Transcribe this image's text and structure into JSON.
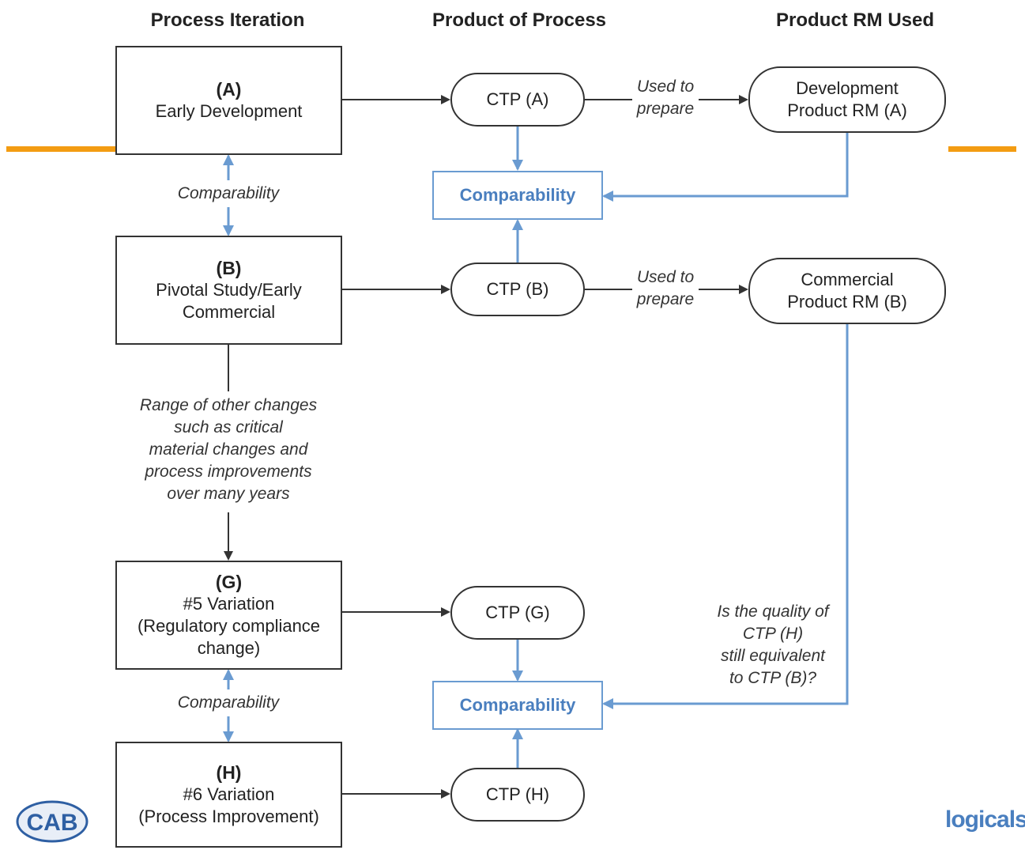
{
  "headers": {
    "process_iteration": "Process Iteration",
    "product_of_process": "Product of Process",
    "product_rm_used": "Product RM Used"
  },
  "process_boxes": {
    "a": {
      "letter": "(A)",
      "line1": "Early Development",
      "line2": ""
    },
    "b": {
      "letter": "(B)",
      "line1": "Pivotal Study/Early",
      "line2": "Commercial"
    },
    "g": {
      "letter": "(G)",
      "line1": "#5 Variation",
      "line2": "(Regulatory compliance",
      "line3": "change)"
    },
    "h": {
      "letter": "(H)",
      "line1": "#6 Variation",
      "line2": "(Process Improvement)"
    }
  },
  "ctp": {
    "a": "CTP (A)",
    "b": "CTP (B)",
    "g": "CTP (G)",
    "h": "CTP (H)"
  },
  "rm": {
    "a_line1": "Development",
    "a_line2": "Product RM (A)",
    "b_line1": "Commercial",
    "b_line2": "Product RM (B)"
  },
  "comparability_label": "Comparability",
  "notes": {
    "used_to": "Used to",
    "prepare": "prepare",
    "comparability_ab": "Comparability",
    "comparability_gh": "Comparability",
    "range_lines": [
      "Range of other changes",
      "such as critical",
      "material changes and",
      "process improvements",
      "over many years"
    ],
    "question_lines": [
      "Is the quality of",
      "CTP (H)",
      "still equivalent",
      "to CTP (B)?"
    ]
  },
  "logos": {
    "cab": "CAB",
    "right_text": "logicals"
  },
  "colors": {
    "accent_blue": "#6a9bd1",
    "orange": "#f39c12",
    "line_dark": "#333333"
  }
}
